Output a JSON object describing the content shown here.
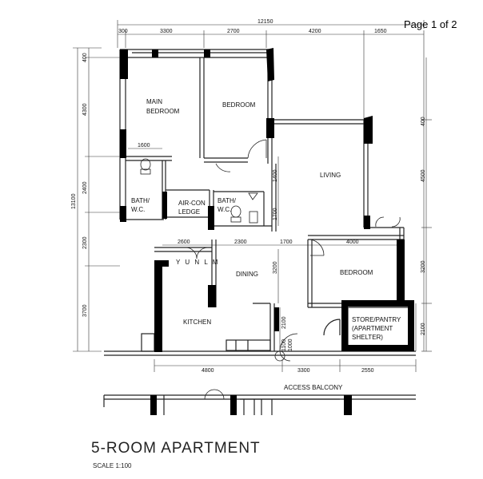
{
  "page": {
    "number": "Page 1 of 2",
    "title": "5-ROOM APARTMENT",
    "scale": "SCALE  1:100"
  },
  "watermark": "Y  U  N  L  M",
  "rooms": {
    "main_bedroom": [
      "MAIN",
      "BEDROOM"
    ],
    "bedroom_1": "BEDROOM",
    "living": "LIVING",
    "bath_1": [
      "BATH/",
      "W.C."
    ],
    "aircon": [
      "AIR-CON",
      "LEDGE"
    ],
    "bath_2": [
      "BATH/",
      "W.C."
    ],
    "dining": "DINING",
    "kitchen": "KITCHEN",
    "bedroom_2": "BEDROOM",
    "store": [
      "STORE/PANTRY",
      "(APARTMENT",
      "SHELTER)"
    ],
    "access_balcony": "ACCESS BALCONY"
  },
  "dimensions": {
    "overall_width": "12150",
    "top": [
      "300",
      "3300",
      "2700",
      "4200",
      "1650"
    ],
    "bottom": [
      "4800",
      "3300",
      "2550"
    ],
    "left_total": "13100",
    "left": [
      "400",
      "4300",
      "2400",
      "2300",
      "3700"
    ],
    "right": [
      "400",
      "4500",
      "3200",
      "2100"
    ],
    "interior": {
      "d1600": "1600",
      "d2600": "2600",
      "d2300": "2300",
      "d1700": "1700",
      "d4000": "4000",
      "v1400": "1400",
      "v1700": "1700",
      "v3200": "3200",
      "v2100": "2100",
      "v1100": "1100",
      "v1000": "1000"
    }
  }
}
